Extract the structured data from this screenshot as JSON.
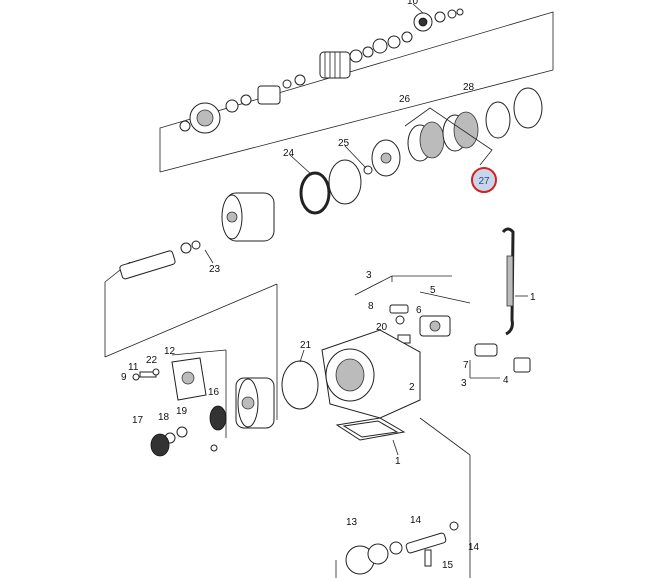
{
  "labels": {
    "l10": "10",
    "l26": "26",
    "l28": "28",
    "l27": "27",
    "l24": "24",
    "l25": "25",
    "l23": "23",
    "l3a": "3",
    "l5": "5",
    "l1a": "1",
    "l8": "8",
    "l6": "6",
    "l20": "20",
    "l21": "21",
    "l7": "7",
    "l4": "4",
    "l3b": "3",
    "l2": "2",
    "l12": "12",
    "l11": "11",
    "l22": "22",
    "l9": "9",
    "l16": "16",
    "l17": "17",
    "l18": "18",
    "l19": "19",
    "l1b": "1",
    "l13": "13",
    "l14a": "14",
    "l14b": "14",
    "l15": "15"
  },
  "highlight": {
    "part": "27",
    "ring_color": "#d42020",
    "fill_color": "#c9d6ea"
  }
}
